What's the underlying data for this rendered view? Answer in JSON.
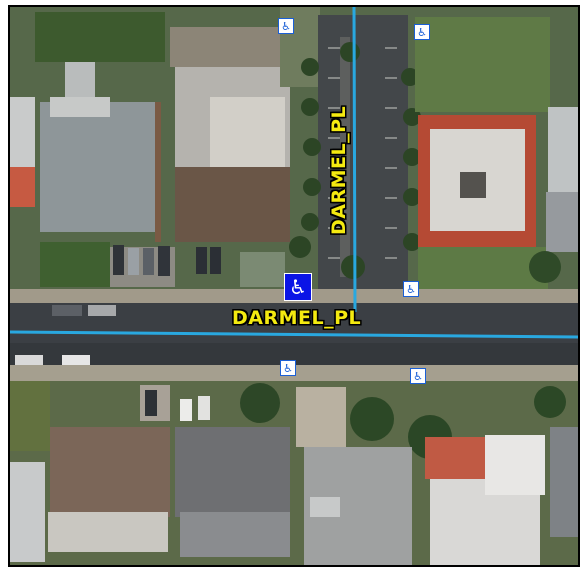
{
  "map": {
    "streets": [
      {
        "name": "DARMEL_PL",
        "orientation": "horizontal"
      },
      {
        "name": "DARMEL_PL",
        "orientation": "vertical"
      }
    ],
    "accessibility_icon": "wheelchair-icon",
    "accessibility_glyph": "♿",
    "colors": {
      "centerline": "#29a8e0",
      "label_fill": "#f4ea10",
      "label_stroke": "#000000",
      "ada_small_fg": "#1a5fd6",
      "ada_large_bg": "#0a14e6"
    }
  }
}
